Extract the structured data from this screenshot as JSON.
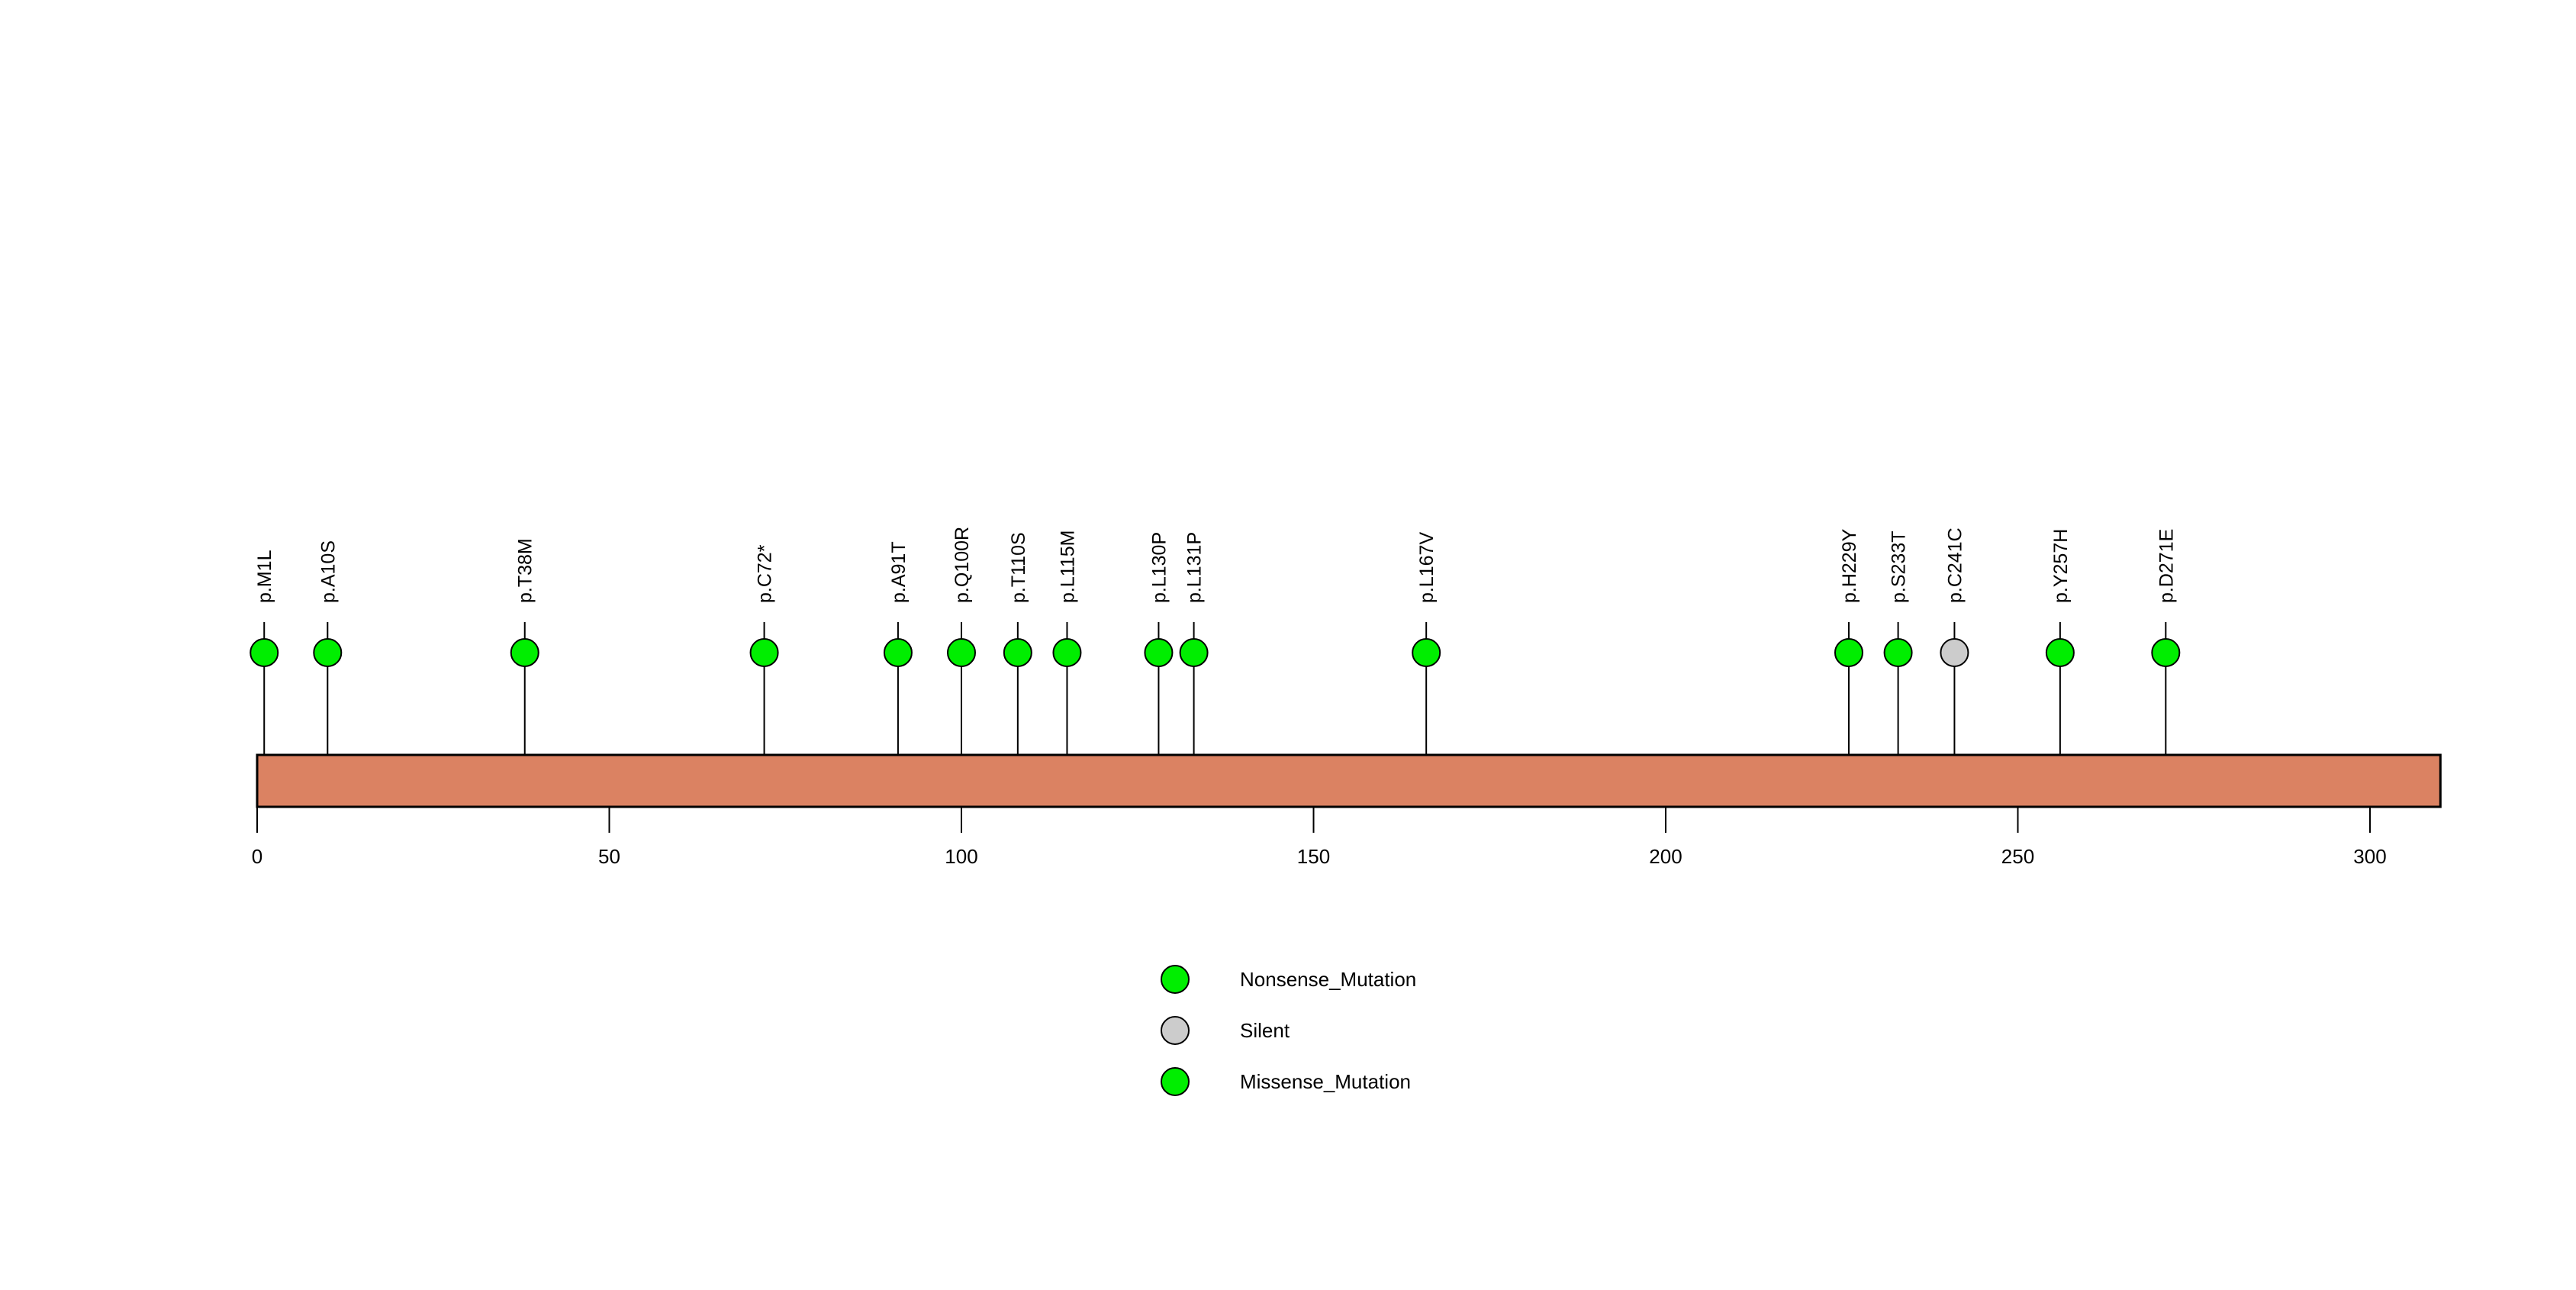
{
  "chart_data": {
    "type": "scatter",
    "plot_kind": "lollipop-protein-mutation-diagram",
    "title": "",
    "xlabel": "",
    "ylabel": "",
    "xlim": [
      0,
      310
    ],
    "axis_ticks": [
      0,
      50,
      100,
      150,
      200,
      250,
      300
    ],
    "axis_tick_labels": [
      "0",
      "50",
      "100",
      "150",
      "200",
      "250",
      "300"
    ],
    "protein_length": 310,
    "protein_bar": {
      "start": 0,
      "end": 310,
      "color": "#DB8262",
      "border_color": "#000000"
    },
    "grid": false,
    "legend_position": "bottom-center",
    "colors": {
      "Nonsense_Mutation": "#00EE00",
      "Silent": "#CCCCCC",
      "Missense_Mutation": "#00EE00"
    },
    "mutations": [
      {
        "label": "p.M1L",
        "position": 1,
        "type": "Missense_Mutation",
        "color": "#00EE00",
        "count": 1
      },
      {
        "label": "p.A10S",
        "position": 10,
        "type": "Missense_Mutation",
        "color": "#00EE00",
        "count": 1
      },
      {
        "label": "p.T38M",
        "position": 38,
        "type": "Missense_Mutation",
        "color": "#00EE00",
        "count": 1
      },
      {
        "label": "p.C72*",
        "position": 72,
        "type": "Nonsense_Mutation",
        "color": "#00EE00",
        "count": 1
      },
      {
        "label": "p.A91T",
        "position": 91,
        "type": "Missense_Mutation",
        "color": "#00EE00",
        "count": 1
      },
      {
        "label": "p.Q100R",
        "position": 100,
        "type": "Missense_Mutation",
        "color": "#00EE00",
        "count": 1
      },
      {
        "label": "p.T110S",
        "position": 108,
        "type": "Missense_Mutation",
        "color": "#00EE00",
        "count": 1
      },
      {
        "label": "p.L115M",
        "position": 115,
        "type": "Missense_Mutation",
        "color": "#00EE00",
        "count": 1
      },
      {
        "label": "p.L130P",
        "position": 128,
        "type": "Missense_Mutation",
        "color": "#00EE00",
        "count": 1
      },
      {
        "label": "p.L131P",
        "position": 133,
        "type": "Missense_Mutation",
        "color": "#00EE00",
        "count": 1
      },
      {
        "label": "p.L167V",
        "position": 166,
        "type": "Missense_Mutation",
        "color": "#00EE00",
        "count": 1
      },
      {
        "label": "p.H229Y",
        "position": 226,
        "type": "Missense_Mutation",
        "color": "#00EE00",
        "count": 1
      },
      {
        "label": "p.S233T",
        "position": 233,
        "type": "Missense_Mutation",
        "color": "#00EE00",
        "count": 1
      },
      {
        "label": "p.C241C",
        "position": 241,
        "type": "Silent",
        "color": "#CCCCCC",
        "count": 1
      },
      {
        "label": "p.Y257H",
        "position": 256,
        "type": "Missense_Mutation",
        "color": "#00EE00",
        "count": 1
      },
      {
        "label": "p.D271E",
        "position": 271,
        "type": "Missense_Mutation",
        "color": "#00EE00",
        "count": 1
      }
    ],
    "legend": [
      {
        "label": "Nonsense_Mutation",
        "color": "#00EE00"
      },
      {
        "label": "Silent",
        "color": "#CCCCCC"
      },
      {
        "label": "Missense_Mutation",
        "color": "#00EE00"
      }
    ]
  }
}
